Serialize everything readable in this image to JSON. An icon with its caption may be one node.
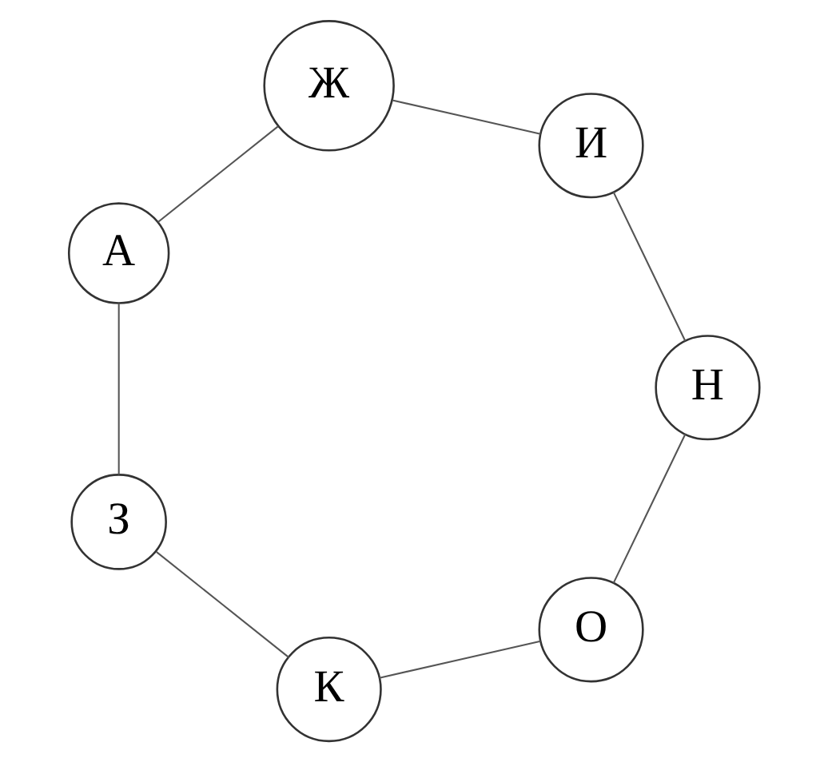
{
  "diagram": {
    "nodes": [
      {
        "text": [
          "О"
        ]
      },
      {
        "text": [
          "И"
        ]
      },
      {
        "text": [
          "А"
        ]
      },
      {
        "text": [
          "К"
        ]
      },
      {
        "text": [
          "Н"
        ]
      },
      {
        "text": [
          "Ж"
        ]
      },
      {
        "text": [
          "З"
        ]
      }
    ],
    "edges": [
      {
        "from": 0,
        "to": 4,
        "arrow": "none"
      },
      {
        "from": 0,
        "to": 3,
        "arrow": "none"
      },
      {
        "from": 6,
        "to": 2,
        "arrow": "none"
      },
      {
        "from": 6,
        "to": 3,
        "arrow": "none"
      },
      {
        "from": 1,
        "to": 5,
        "arrow": "none"
      },
      {
        "from": 1,
        "to": 4,
        "arrow": "none"
      },
      {
        "from": 5,
        "to": 2,
        "arrow": "none"
      }
    ]
  }
}
